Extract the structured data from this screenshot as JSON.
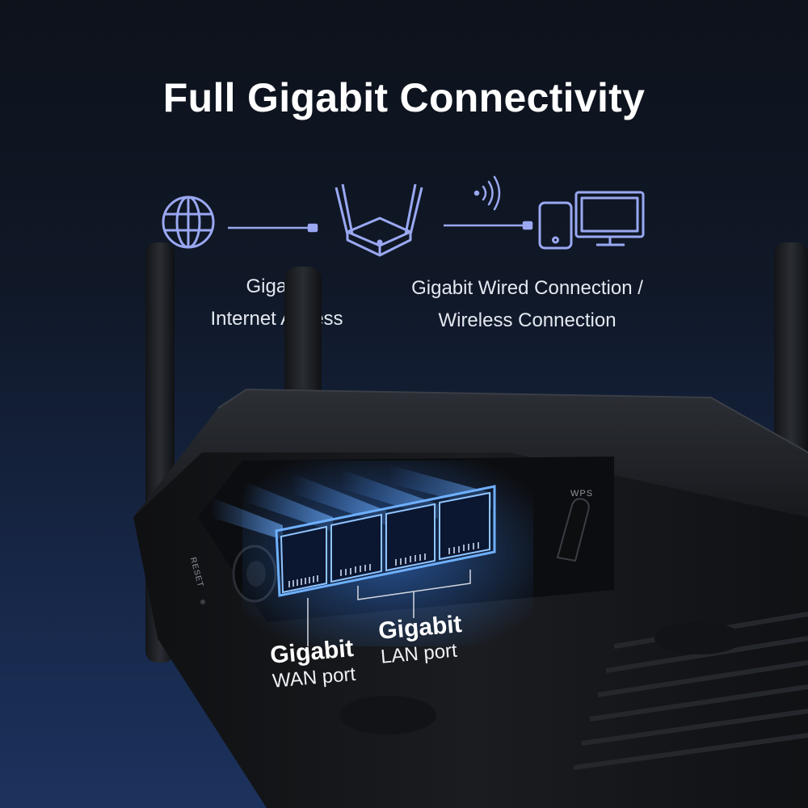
{
  "headline": "Full Gigabit Connectivity",
  "diagram": {
    "internet_caption": [
      "Gigabit",
      "Internet Access"
    ],
    "clients_caption": [
      "Gigabit Wired Connection /",
      "Wireless Connection"
    ],
    "icons": [
      "globe-icon",
      "router-icon",
      "wifi-signal-icon",
      "smartphone-icon",
      "monitor-icon"
    ],
    "icon_color": "#9aa8f2"
  },
  "router": {
    "reset_label": "RESET",
    "wps_label": "WPS",
    "port_glow_color": "#3d8bff"
  },
  "ports": {
    "wan": {
      "title": "Gigabit",
      "subtitle": "WAN port"
    },
    "lan": {
      "title": "Gigabit",
      "subtitle": "LAN port"
    }
  }
}
